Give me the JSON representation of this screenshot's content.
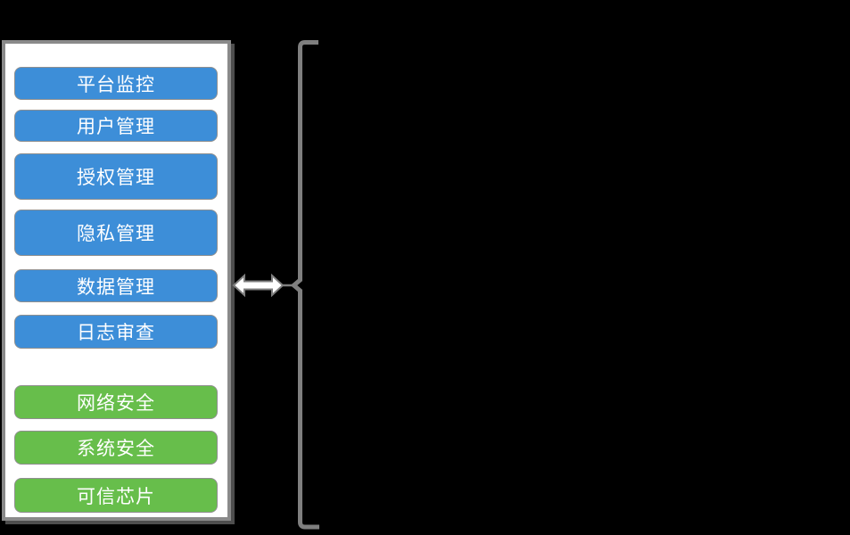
{
  "scene": {
    "background_color": "#000000"
  },
  "panel": {
    "background_color": "#FFFFFF",
    "border_color": "#8A8A8A",
    "shadow_color": "#4E4E4E",
    "buttons": [
      {
        "label": "平台监控",
        "group": "blue"
      },
      {
        "label": "用户管理",
        "group": "blue"
      },
      {
        "label": "授权管理",
        "group": "blue"
      },
      {
        "label": "隐私管理",
        "group": "blue"
      },
      {
        "label": "数据管理",
        "group": "blue"
      },
      {
        "label": "日志审查",
        "group": "blue"
      },
      {
        "label": "网络安全",
        "group": "green"
      },
      {
        "label": "系统安全",
        "group": "green"
      },
      {
        "label": "可信芯片",
        "group": "green"
      }
    ],
    "colors": {
      "blue_button": "#3D8ED8",
      "green_button": "#67BE4B",
      "button_text": "#FFFFFF",
      "button_border": "#8F8F8F"
    }
  },
  "connector": {
    "double_arrow_icon": "double-headed-horizontal-arrow",
    "arrow_fill": "#FFFFFF",
    "arrow_outline": "#7F7F7F",
    "brace_icon": "left-curly-brace",
    "brace_color": "#7F7F7F"
  }
}
